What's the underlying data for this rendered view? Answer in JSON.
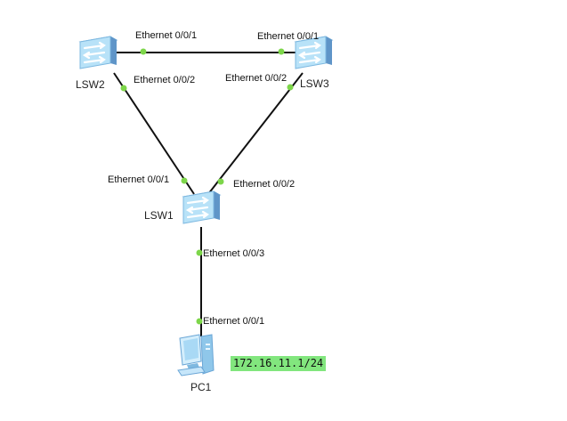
{
  "devices": {
    "lsw1": {
      "label": "LSW1",
      "icon": "switch-icon"
    },
    "lsw2": {
      "label": "LSW2",
      "icon": "switch-icon"
    },
    "lsw3": {
      "label": "LSW3",
      "icon": "switch-icon"
    },
    "pc1": {
      "label": "PC1",
      "icon": "pc-icon",
      "ip": "172.16.11.1/24"
    }
  },
  "ports": {
    "lsw2_to_lsw3": "Ethernet 0/0/1",
    "lsw3_to_lsw2": "Ethernet 0/0/1",
    "lsw2_to_lsw1": "Ethernet 0/0/2",
    "lsw3_to_lsw1": "Ethernet 0/0/2",
    "lsw1_to_lsw2": "Ethernet 0/0/1",
    "lsw1_to_lsw3": "Ethernet 0/0/2",
    "lsw1_to_pc1": "Ethernet 0/0/3",
    "pc1_to_lsw1": "Ethernet 0/0/1"
  },
  "colors": {
    "link": "#111111",
    "port_dot": "#7dd64a",
    "switch_body": "#b8e2f8",
    "switch_side": "#5f95c8",
    "ip_background": "#82e67e"
  }
}
